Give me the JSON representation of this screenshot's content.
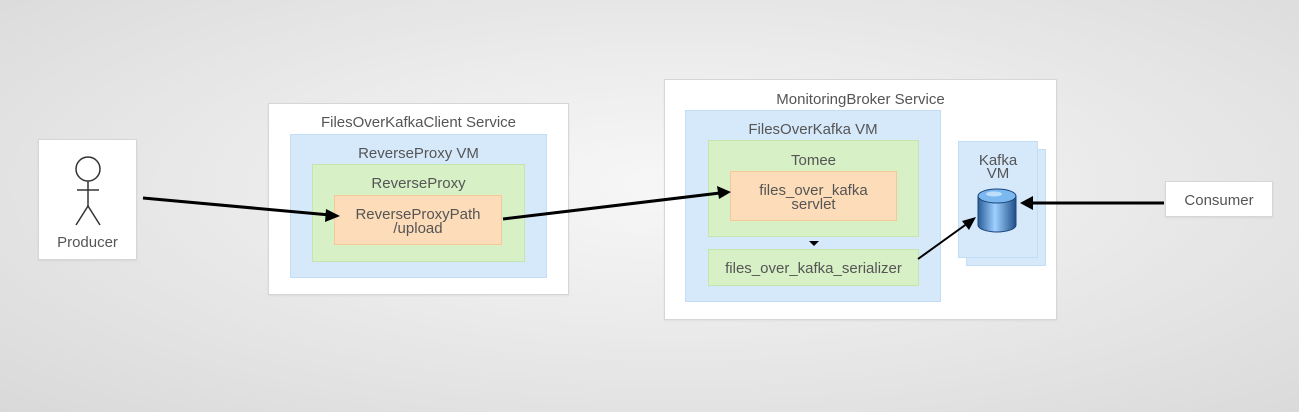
{
  "producer": {
    "label": "Producer"
  },
  "consumer": {
    "label": "Consumer"
  },
  "client_service": {
    "title": "FilesOverKafkaClient Service",
    "vm": {
      "title": "ReverseProxy VM",
      "component": {
        "title": "ReverseProxy",
        "endpoint": {
          "line1": "ReverseProxyPath",
          "line2": "/upload"
        }
      }
    }
  },
  "broker_service": {
    "title": "MonitoringBroker Service",
    "vm": {
      "title": "FilesOverKafka VM",
      "container": {
        "title": "Tomee",
        "servlet": {
          "line1": "files_over_kafka",
          "line2": "servlet"
        }
      },
      "serializer": {
        "label": "files_over_kafka_serializer"
      }
    },
    "kafka_vm": {
      "line1": "Kafka",
      "line2": "VM"
    }
  }
}
